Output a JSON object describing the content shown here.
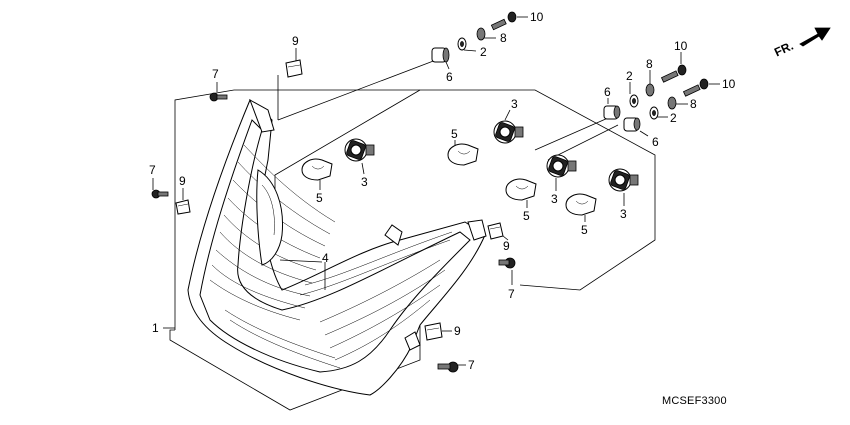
{
  "diagram": {
    "catalog_code": "MCSEF3300",
    "direction_label": "FR.",
    "callouts": {
      "headlight_assembly": "1",
      "washer_left_cluster": "2",
      "washer_right_cluster": "2",
      "socket_top_center": "3",
      "socket_left": "3",
      "socket_right_mid": "3",
      "socket_right": "3",
      "housing_cover": "4",
      "bulb_left": "5",
      "bulb_center_top": "5",
      "bulb_center": "5",
      "bulb_right": "5",
      "grommet_left_cluster": "6",
      "grommet_right_top": "6",
      "grommet_right_bottom": "6",
      "screw_top_left": "7",
      "screw_left": "7",
      "screw_center_right": "7",
      "screw_bottom": "7",
      "washer8_left_cluster": "8",
      "washer8_right_top": "8",
      "washer8_right_bottom": "8",
      "clip_top": "9",
      "clip_left": "9",
      "clip_center_right": "9",
      "clip_bottom": "9",
      "bolt_left_cluster": "10",
      "bolt_right_top": "10",
      "bolt_right_bottom": "10"
    }
  }
}
